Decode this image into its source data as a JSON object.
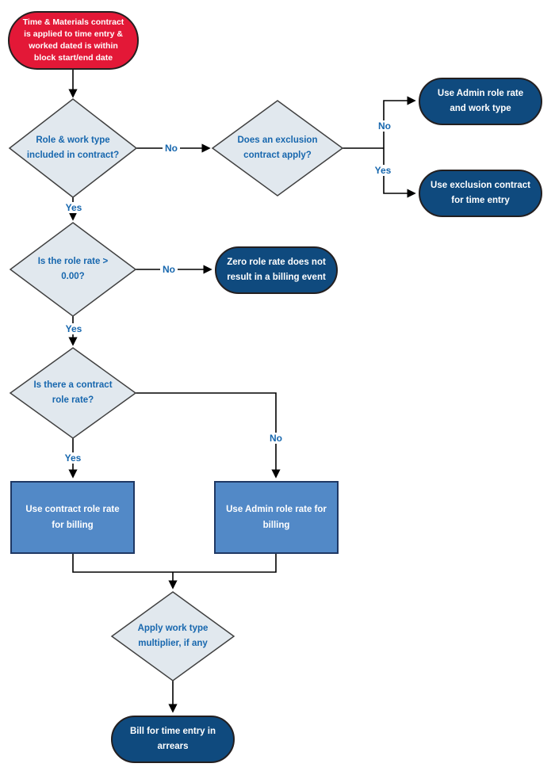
{
  "colors": {
    "start_fill": "#e31837",
    "terminal_fill": "#0f4a7e",
    "process_fill": "#5289c7",
    "decision_fill": "#e1e8ee",
    "decision_border": "#404040",
    "process_border": "#1f3864",
    "border_dark": "#231f20",
    "decision_text": "#1767ae",
    "label_text": "#1767ae",
    "line": "#000000"
  },
  "nodes": {
    "start": {
      "lines": [
        "Time & Materials contract",
        "is applied to time entry &",
        "worked dated is within",
        "block start/end date"
      ]
    },
    "role_work_type": {
      "lines": [
        "Role & work type",
        "included in contract?"
      ]
    },
    "exclusion_apply": {
      "lines": [
        "Does an exclusion",
        "contract apply?"
      ]
    },
    "admin_rate_work_type": {
      "lines": [
        "Use Admin role rate",
        "and work type"
      ]
    },
    "exclusion_contract": {
      "lines": [
        "Use exclusion contract",
        "for time entry"
      ]
    },
    "role_rate_gt_zero": {
      "lines": [
        "Is the role rate >",
        "0.00?"
      ]
    },
    "zero_role_rate": {
      "lines": [
        "Zero role rate does not",
        "result in a billing event"
      ]
    },
    "contract_role_rate": {
      "lines": [
        "Is there a contract",
        "role rate?"
      ]
    },
    "use_contract_rate": {
      "lines": [
        "Use contract role rate",
        "for billing"
      ]
    },
    "use_admin_rate": {
      "lines": [
        "Use Admin role rate for",
        "billing"
      ]
    },
    "work_type_multiplier": {
      "lines": [
        "Apply work type",
        "multiplier, if any"
      ]
    },
    "bill_arrears": {
      "lines": [
        "Bill for time entry in",
        "arrears"
      ]
    }
  },
  "edge_labels": {
    "role_no": "No",
    "role_yes": "Yes",
    "exclusion_no": "No",
    "exclusion_yes": "Yes",
    "rate_no": "No",
    "rate_yes": "Yes",
    "contract_no": "No",
    "contract_yes": "Yes"
  }
}
